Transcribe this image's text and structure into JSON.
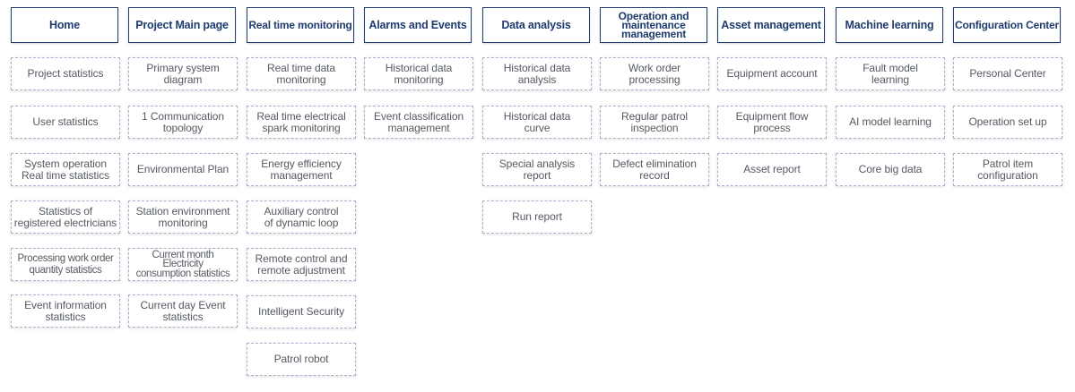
{
  "columns": [
    {
      "header": "Home",
      "items": [
        "Project statistics",
        "User statistics",
        "System operation\nReal time statistics",
        "Statistics of\nregistered electricians",
        "Processing work order\nquantity statistics",
        "Event information\nstatistics"
      ]
    },
    {
      "header": "Project Main page",
      "items": [
        "Primary system\ndiagram",
        "1 Communication\ntopology",
        "Environmental Plan",
        "Station environment\nmonitoring",
        "Current month\nElectricity\nconsumption statistics",
        "Current day Event\nstatistics"
      ]
    },
    {
      "header": "Real time monitoring",
      "items": [
        "Real time data\nmonitoring",
        "Real time electrical\nspark monitoring",
        "Energy efficiency\nmanagement",
        "Auxiliary control\nof dynamic loop",
        "Remote control and\nremote adjustment",
        "Intelligent Security",
        "Patrol robot"
      ]
    },
    {
      "header": "Alarms and Events",
      "items": [
        "Historical data\nmonitoring",
        "Event classification\nmanagement"
      ]
    },
    {
      "header": "Data analysis",
      "items": [
        "Historical data\nanalysis",
        "Historical data\ncurve",
        "Special analysis\nreport",
        "Run report"
      ]
    },
    {
      "header": "Operation and\nmaintenance\nmanagement",
      "items": [
        "Work order\nprocessing",
        "Regular patrol\ninspection",
        "Defect elimination\nrecord"
      ]
    },
    {
      "header": "Asset management",
      "items": [
        "Equipment account",
        "Equipment flow\nprocess",
        "Asset report"
      ]
    },
    {
      "header": "Machine learning",
      "items": [
        "Fault model\nlearning",
        "AI model learning",
        "Core big data"
      ]
    },
    {
      "header": "Configuration Center",
      "items": [
        "Personal Center",
        "Operation set up",
        "Patrol item\nconfiguration"
      ]
    }
  ]
}
